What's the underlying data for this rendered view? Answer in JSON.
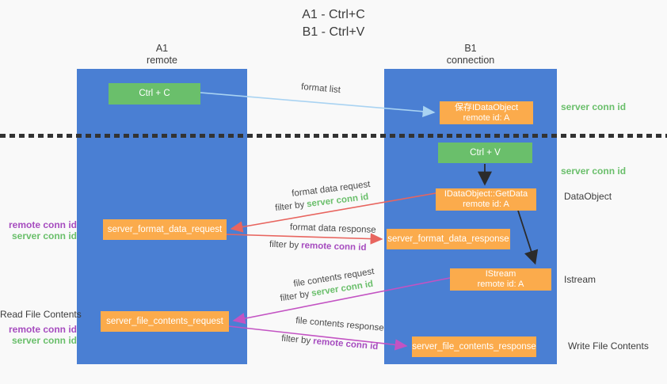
{
  "title": {
    "line1": "A1 - Ctrl+C",
    "line2": "B1 - Ctrl+V"
  },
  "lanes": {
    "left": {
      "name": "A1",
      "role": "remote"
    },
    "right": {
      "name": "B1",
      "role": "connection"
    }
  },
  "nodes": {
    "ctrl_c": {
      "label": "Ctrl + C"
    },
    "save_idataobject": {
      "line1": "保存IDataObject",
      "line2": "remote id: A"
    },
    "ctrl_v": {
      "label": "Ctrl + V"
    },
    "getdata": {
      "line1": "IDataObject::GetData",
      "line2": "remote id: A"
    },
    "format_request": {
      "label": "server_format_data_request"
    },
    "format_response": {
      "label": "server_format_data_response"
    },
    "istream": {
      "line1": "IStream",
      "line2": "remote id: A"
    },
    "file_request": {
      "label": "server_file_contents_request"
    },
    "file_response": {
      "label": "server_file_contents_response"
    }
  },
  "messages": {
    "format_list": {
      "text": "format list"
    },
    "format_data_request": {
      "text": "format data request",
      "filter_prefix": "filter by",
      "filter_value": "server conn id"
    },
    "format_data_response": {
      "text": "format data response",
      "filter_prefix": "filter by",
      "filter_value": "remote conn id"
    },
    "file_contents_request": {
      "text": "file contents request",
      "filter_prefix": "filter by",
      "filter_value": "server conn id"
    },
    "file_contents_response": {
      "text": "file contents response",
      "filter_prefix": "filter by",
      "filter_value": "remote conn id"
    }
  },
  "annotations": {
    "right_server_conn_id_top": "server conn id",
    "right_server_conn_id_mid": "server conn id",
    "right_dataobject": "DataObject",
    "right_istream": "Istream",
    "right_write_file_contents": "Write File Contents",
    "left_remote_conn_id_1": "remote conn id",
    "left_server_conn_id_1": "server conn id",
    "left_read_file_contents": "Read File Contents",
    "left_remote_conn_id_2": "remote conn id",
    "left_server_conn_id_2": "server conn id"
  },
  "colors": {
    "lane_blue": "#4a7fd3",
    "node_green": "#6abf6b",
    "node_orange": "#fbab4c",
    "arrow_light_blue": "#a9d3f2",
    "arrow_red": "#e8655f",
    "arrow_magenta": "#c353c3",
    "arrow_black": "#2b2b2b",
    "text_green": "#6abf6b",
    "text_purple": "#a64cbf",
    "text_dark": "#3f3f3f",
    "background": "#f9f9f9",
    "dotted_line": "#333333"
  }
}
